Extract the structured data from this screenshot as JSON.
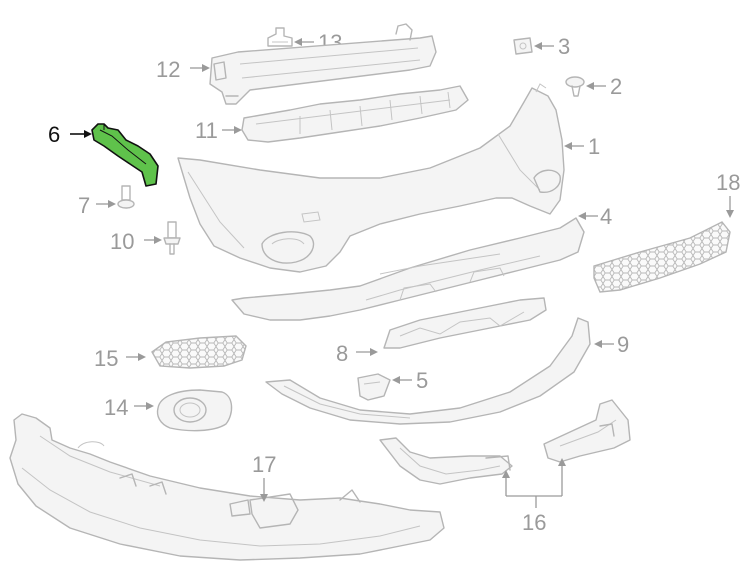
{
  "callouts": {
    "c1": "1",
    "c2": "2",
    "c3": "3",
    "c4": "4",
    "c5": "5",
    "c6": "6",
    "c7": "7",
    "c8": "8",
    "c9": "9",
    "c10": "10",
    "c11": "11",
    "c12": "12",
    "c13": "13",
    "c14": "14",
    "c15": "15",
    "c16": "16",
    "c17": "17",
    "c18": "18"
  },
  "highlighted_part": "6",
  "colors": {
    "highlight": "#5fc24b",
    "line": "#b5b5b5",
    "label": "#9a9a9a",
    "label_active": "#111111"
  }
}
